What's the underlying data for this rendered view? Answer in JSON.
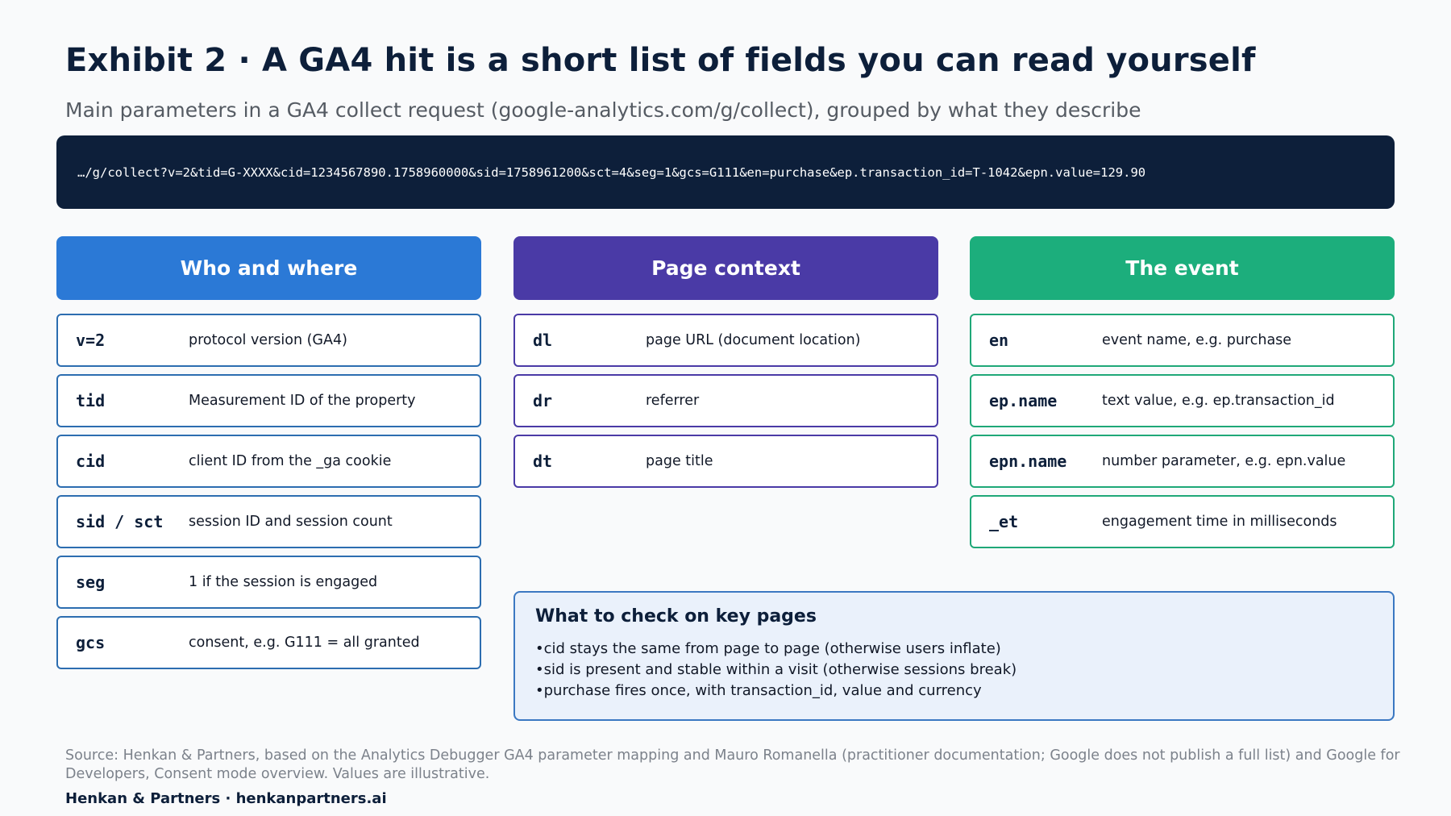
{
  "title": "Exhibit 2 · A GA4 hit is a short list of fields you can read yourself",
  "subtitle": "Main parameters in a GA4 collect request (google-analytics.com/g/collect), grouped by what they describe",
  "request_url": "…/g/collect?v=2&tid=G-XXXX&cid=1234567890.1758960000&sid=1758961200&sct=4&seg=1&gcs=G111&en=purchase&ep.transaction_id=T-1042&epn.value=129.90",
  "columns": [
    {
      "header": "Who and where",
      "color": "#2b79d6",
      "params": [
        {
          "key": "v=2",
          "desc": "protocol version (GA4)"
        },
        {
          "key": "tid",
          "desc": "Measurement ID of the property"
        },
        {
          "key": "cid",
          "desc": "client ID from the _ga cookie"
        },
        {
          "key": "sid / sct",
          "desc": "session ID and session count"
        },
        {
          "key": "seg",
          "desc": "1 if the session is engaged"
        },
        {
          "key": "gcs",
          "desc": "consent, e.g. G111 = all granted"
        }
      ]
    },
    {
      "header": "Page context",
      "color": "#4a3aa6",
      "params": [
        {
          "key": "dl",
          "desc": "page URL (document location)"
        },
        {
          "key": "dr",
          "desc": "referrer"
        },
        {
          "key": "dt",
          "desc": "page title"
        }
      ]
    },
    {
      "header": "The event",
      "color": "#1cae7c",
      "params": [
        {
          "key": "en",
          "desc": "event name, e.g. purchase"
        },
        {
          "key": "ep.name",
          "desc": "text value, e.g. ep.transaction_id"
        },
        {
          "key": "epn.name",
          "desc": "number parameter, e.g. epn.value"
        },
        {
          "key": "_et",
          "desc": "engagement time in milliseconds"
        }
      ]
    }
  ],
  "checklist": {
    "title": "What to check on key pages",
    "items": [
      "cid stays the same from page to page (otherwise users inflate)",
      "sid is present and stable within a visit (otherwise sessions break)",
      "purchase fires once, with transaction_id, value and currency"
    ]
  },
  "source": "Source: Henkan & Partners, based on the Analytics Debugger GA4 parameter mapping and Mauro Romanella (practitioner documentation; Google does not publish a full list) and Google for Developers, Consent mode overview. Values are illustrative.",
  "footer": "Henkan & Partners · henkanpartners.ai"
}
